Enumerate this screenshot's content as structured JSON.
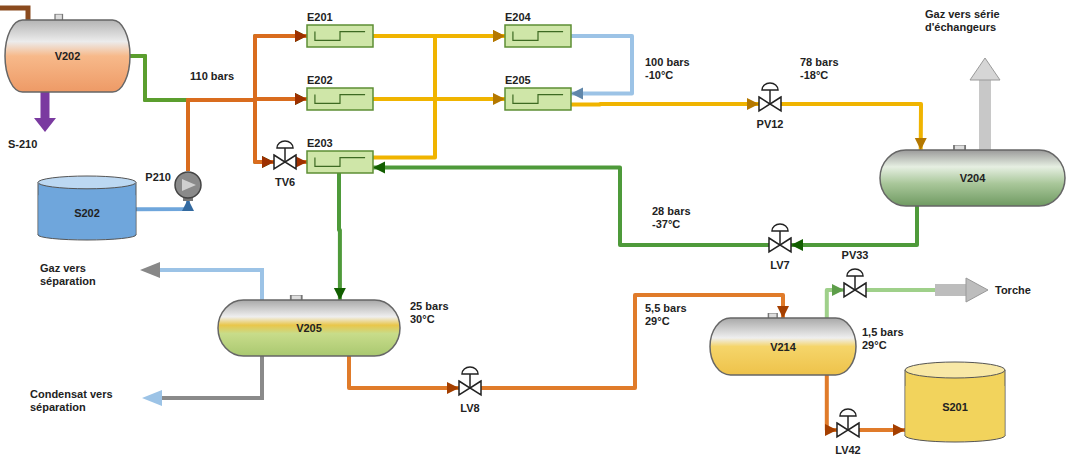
{
  "diagram": {
    "nodes": [
      {
        "text": [
          "V202"
        ]
      },
      {
        "text": [
          "S202"
        ]
      },
      {
        "text": [
          "P210"
        ]
      },
      {
        "text": [
          "E201"
        ]
      },
      {
        "text": [
          "E202"
        ]
      },
      {
        "text": [
          "TV6"
        ]
      },
      {
        "text": [
          "E203"
        ]
      },
      {
        "text": [
          "E204"
        ]
      },
      {
        "text": [
          "E205"
        ]
      },
      {
        "text": [
          "PV12"
        ]
      },
      {
        "text": [
          "V204"
        ]
      },
      {
        "text": [
          "LV7"
        ]
      },
      {
        "text": [
          "V205"
        ]
      },
      {
        "text": [
          "LV8"
        ]
      },
      {
        "text": [
          "V214"
        ]
      },
      {
        "text": [
          "PV33"
        ]
      },
      {
        "text": [
          "LV42"
        ]
      },
      {
        "text": [
          "S201"
        ]
      }
    ],
    "edges": [
      {
        "from": 1,
        "to": 2,
        "arrow": "to"
      },
      {
        "from": 0,
        "to": 3,
        "arrow": "to"
      },
      {
        "from": 0,
        "to": 4,
        "arrow": "to"
      },
      {
        "from": 0,
        "to": 5,
        "arrow": "to"
      },
      {
        "from": 2,
        "to": 3,
        "arrow": "to"
      },
      {
        "from": 2,
        "to": 4,
        "arrow": "to"
      },
      {
        "from": 2,
        "to": 5,
        "arrow": "to"
      },
      {
        "from": 5,
        "to": 6,
        "arrow": "to"
      },
      {
        "from": 3,
        "to": 7,
        "arrow": "to"
      },
      {
        "from": 4,
        "to": 8,
        "arrow": "to"
      },
      {
        "from": 6,
        "to": 7,
        "arrow": "to"
      },
      {
        "from": 7,
        "to": 8,
        "arrow": "to"
      },
      {
        "from": 8,
        "to": 9,
        "arrow": "to"
      },
      {
        "from": 9,
        "to": 10,
        "arrow": "to"
      },
      {
        "from": 10,
        "to": 11,
        "arrow": "to"
      },
      {
        "from": 11,
        "to": 6,
        "arrow": "to"
      },
      {
        "from": 6,
        "to": 12,
        "arrow": "to"
      },
      {
        "from": 12,
        "to": 13,
        "arrow": "to"
      },
      {
        "from": 13,
        "to": 14,
        "arrow": "to"
      },
      {
        "from": 14,
        "to": 15,
        "arrow": "to"
      },
      {
        "from": 14,
        "to": 16,
        "arrow": "to"
      },
      {
        "from": 16,
        "to": 17,
        "arrow": "to"
      }
    ],
    "labels": [
      "S-210",
      "110 bars",
      "100 bars -10°C",
      "78 bars -18°C",
      "Gaz vers série d'échangeurs",
      "28 bars -37°C",
      "25 bars 30°C",
      "Gaz vers séparation",
      "Condensat vers séparation",
      "5,5 bars 29°C",
      "1,5 bars 29°C",
      "Torche"
    ]
  }
}
